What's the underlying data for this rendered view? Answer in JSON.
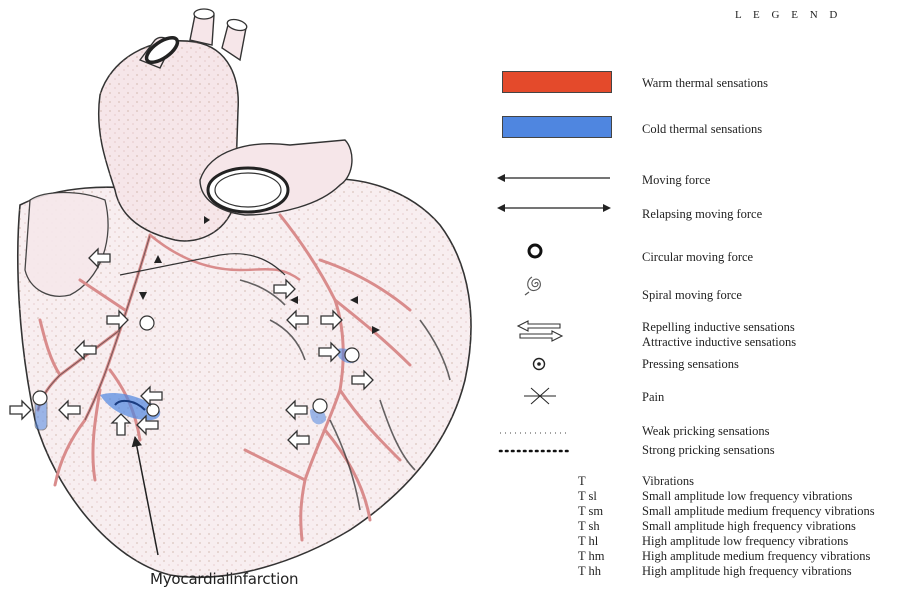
{
  "figure": {
    "annotation": "Myocardialinfarction",
    "colors": {
      "warm": "#e44a2b",
      "cold": "#4f86e0",
      "vessel": "#d98c8c",
      "outline": "#222222"
    }
  },
  "legend": {
    "title": "L E G E N D",
    "items": [
      {
        "symbol": "red-swatch",
        "label": "Warm thermal sensations"
      },
      {
        "symbol": "blue-swatch",
        "label": "Cold thermal sensations"
      },
      {
        "symbol": "single-arrow",
        "label": "Moving force"
      },
      {
        "symbol": "double-arrow",
        "label": "Relapsing moving force"
      },
      {
        "symbol": "ring",
        "label": "Circular moving force"
      },
      {
        "symbol": "spiral",
        "label": "Spiral moving force"
      },
      {
        "symbol": "opposed-arrows",
        "label": "Repelling inductive sensations"
      },
      {
        "symbol": "opposed-arrows",
        "label": "Attractive inductive sensations"
      },
      {
        "symbol": "dot-in-circle",
        "label": "Pressing sensations"
      },
      {
        "symbol": "star-cross",
        "label": "Pain"
      },
      {
        "symbol": "fine-dotted-line",
        "label": "Weak pricking sensations"
      },
      {
        "symbol": "bold-dotted-line",
        "label": "Strong pricking sensations"
      }
    ],
    "vibrations": [
      {
        "code": "T",
        "label": "Vibrations"
      },
      {
        "code": "T sl",
        "label": "Small amplitude low frequency vibrations"
      },
      {
        "code": "T sm",
        "label": "Small amplitude medium frequency vibrations"
      },
      {
        "code": "T sh",
        "label": "Small amplitude high frequency vibrations"
      },
      {
        "code": "T hl",
        "label": "High amplitude low frequency vibrations"
      },
      {
        "code": "T hm",
        "label": "High amplitude medium frequency vibrations"
      },
      {
        "code": "T hh",
        "label": "High amplitude high frequency vibrations"
      }
    ]
  }
}
